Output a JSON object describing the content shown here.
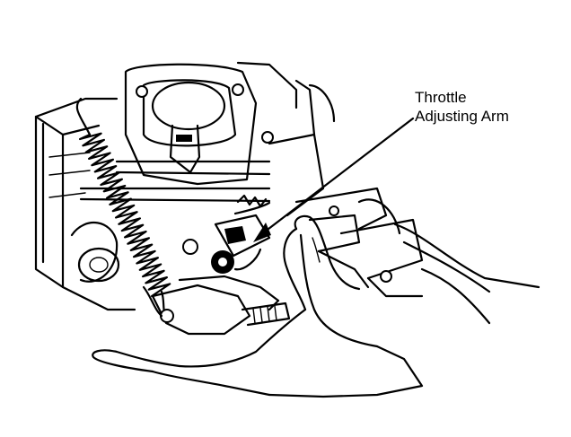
{
  "callout": {
    "line1": "Throttle",
    "line2": "Adjusting Arm"
  },
  "icons": [
    "spring-illustration",
    "carburetor-illustration",
    "hand-illustration"
  ],
  "colors": {
    "ink": "#000000",
    "background": "#ffffff"
  }
}
